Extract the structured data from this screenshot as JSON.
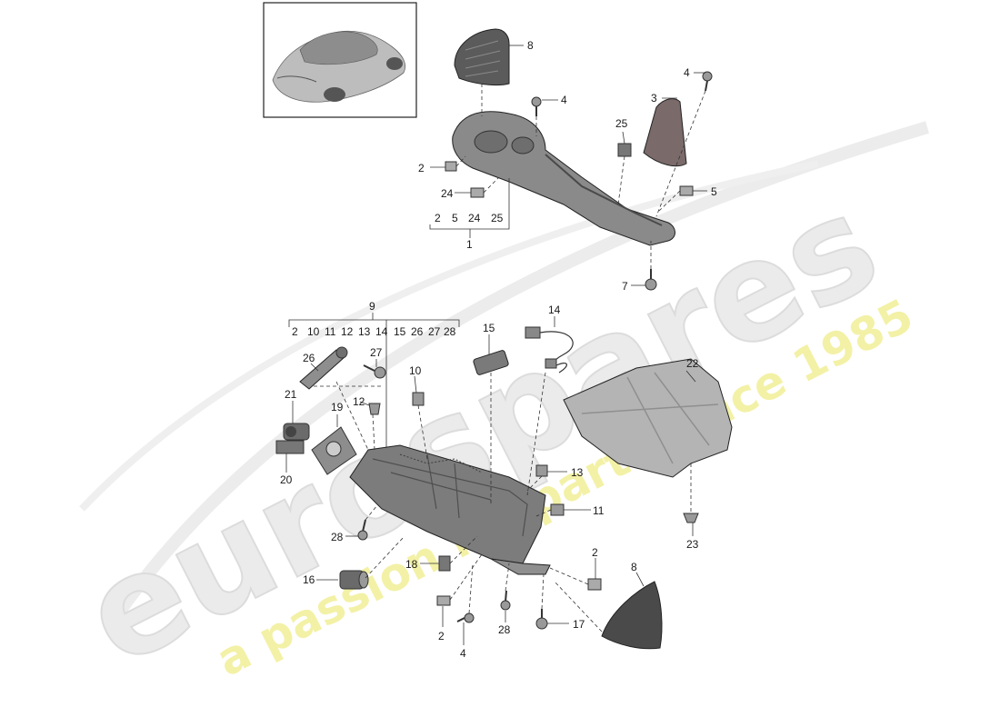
{
  "watermark": {
    "brand": "eurospares",
    "tagline": "a passion for parts since 1985",
    "brand_color": "#e8e8e8",
    "tagline_color": "#f4f2a8"
  },
  "thumbnail": {
    "icon": "car-thumbnail-icon"
  },
  "callouts": [
    {
      "id": "c8a",
      "label": "8"
    },
    {
      "id": "c4a",
      "label": "4"
    },
    {
      "id": "c4b",
      "label": "4"
    },
    {
      "id": "c3",
      "label": "3"
    },
    {
      "id": "c25",
      "label": "25"
    },
    {
      "id": "c2a",
      "label": "2"
    },
    {
      "id": "c24",
      "label": "24"
    },
    {
      "id": "c5",
      "label": "5"
    },
    {
      "id": "c1",
      "label": "1"
    },
    {
      "id": "c7",
      "label": "7"
    },
    {
      "id": "c9",
      "label": "9"
    },
    {
      "id": "c15",
      "label": "15"
    },
    {
      "id": "c14",
      "label": "14"
    },
    {
      "id": "c26",
      "label": "26"
    },
    {
      "id": "c27",
      "label": "27"
    },
    {
      "id": "c10",
      "label": "10"
    },
    {
      "id": "c22",
      "label": "22"
    },
    {
      "id": "c21",
      "label": "21"
    },
    {
      "id": "c12",
      "label": "12"
    },
    {
      "id": "c19",
      "label": "19"
    },
    {
      "id": "c20",
      "label": "20"
    },
    {
      "id": "c13",
      "label": "13"
    },
    {
      "id": "c11",
      "label": "11"
    },
    {
      "id": "c23",
      "label": "23"
    },
    {
      "id": "c28a",
      "label": "28"
    },
    {
      "id": "c16",
      "label": "16"
    },
    {
      "id": "c18",
      "label": "18"
    },
    {
      "id": "c2b",
      "label": "2"
    },
    {
      "id": "c8b",
      "label": "8"
    },
    {
      "id": "c2c",
      "label": "2"
    },
    {
      "id": "c4c",
      "label": "4"
    },
    {
      "id": "c28b",
      "label": "28"
    },
    {
      "id": "c17",
      "label": "17"
    }
  ],
  "bracket_1": {
    "parts": [
      "2",
      "5",
      "24",
      "25"
    ]
  },
  "bracket_9": {
    "parts": [
      "2",
      "10",
      "11",
      "12",
      "13",
      "14",
      "15",
      "26",
      "27",
      "28"
    ]
  }
}
